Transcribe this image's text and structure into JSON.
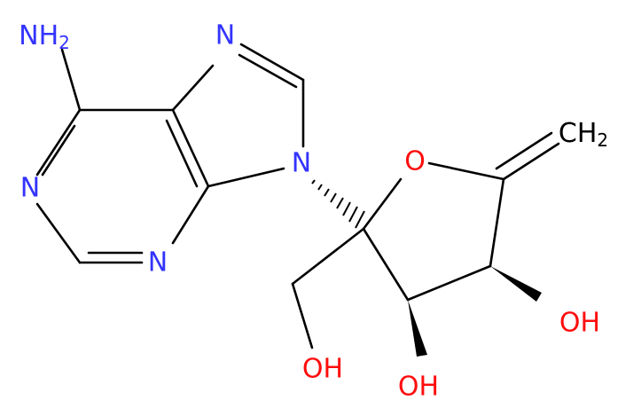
{
  "structure": {
    "colors": {
      "bond": "#000000",
      "nitrogen": "#3333ff",
      "oxygen": "#ff0d0d"
    },
    "atoms": {
      "nh2": {
        "main": "NH",
        "sub": "2"
      },
      "n_imidazole_top": "N",
      "n_pyrimidine_left": "N",
      "n_pyrimidine_bottom": "N",
      "n9": "N",
      "ring_o": "O",
      "ch2": {
        "main": "CH",
        "sub": "2"
      },
      "oh_right": "OH",
      "oh_bottom": "OH",
      "oh_left": "OH"
    }
  }
}
